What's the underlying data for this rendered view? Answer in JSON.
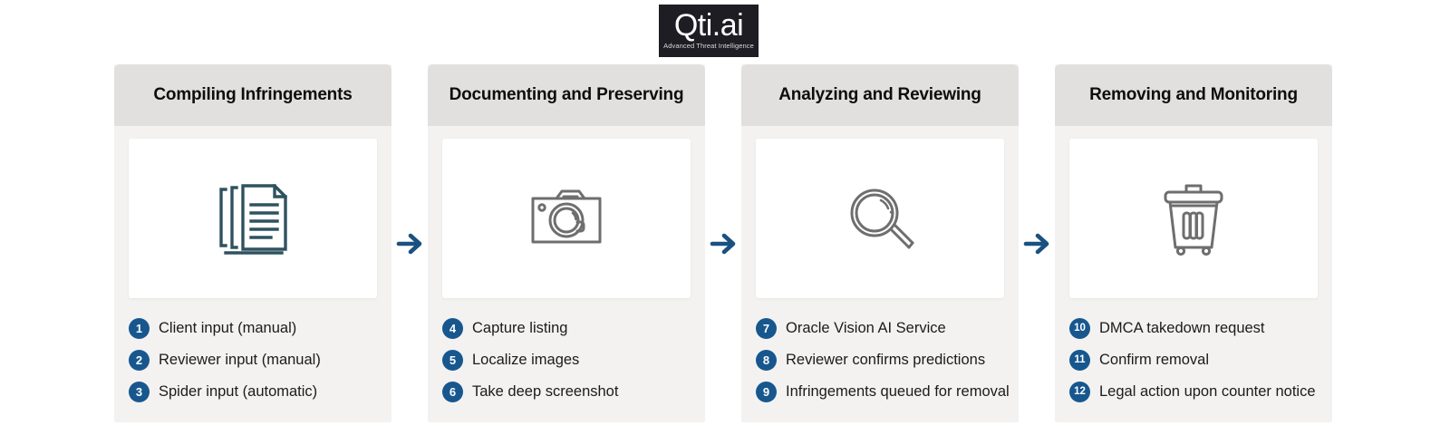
{
  "logo": {
    "wordmark": "Qti.ai",
    "tagline": "Advanced Threat Intelligence",
    "background": "#1d1d23"
  },
  "colors": {
    "panel_background": "#f3f2f1",
    "header_background": "#e2e0de",
    "card_background": "#ffffff",
    "badge_blue": "#17578e",
    "arrow_blue": "#1a5180",
    "icon_slate": "#2f5260",
    "icon_gray": "#6e6e6e",
    "title_text": "#0d0d0d",
    "body_text": "#1b1b1b"
  },
  "connectors": [
    {
      "icon": "arrow-right-icon"
    },
    {
      "icon": "arrow-right-icon"
    },
    {
      "icon": "arrow-right-icon"
    }
  ],
  "stages": [
    {
      "title": "Compiling Infringements",
      "icon": "documents-icon",
      "steps": [
        {
          "number": "1",
          "label": "Client input (manual)"
        },
        {
          "number": "2",
          "label": "Reviewer input (manual)"
        },
        {
          "number": "3",
          "label": "Spider input (automatic)"
        }
      ]
    },
    {
      "title": "Documenting and Preserving",
      "icon": "camera-icon",
      "steps": [
        {
          "number": "4",
          "label": "Capture listing"
        },
        {
          "number": "5",
          "label": "Localize images"
        },
        {
          "number": "6",
          "label": "Take deep screenshot"
        }
      ]
    },
    {
      "title": "Analyzing and Reviewing",
      "icon": "magnifier-icon",
      "steps": [
        {
          "number": "7",
          "label": "Oracle Vision AI Service"
        },
        {
          "number": "8",
          "label": "Reviewer confirms predictions"
        },
        {
          "number": "9",
          "label": "Infringements queued for removal"
        }
      ]
    },
    {
      "title": "Removing and Monitoring",
      "icon": "trash-bin-icon",
      "steps": [
        {
          "number": "10",
          "label": "DMCA takedown request"
        },
        {
          "number": "11",
          "label": "Confirm removal"
        },
        {
          "number": "12",
          "label": "Legal action upon counter notice"
        }
      ]
    }
  ]
}
